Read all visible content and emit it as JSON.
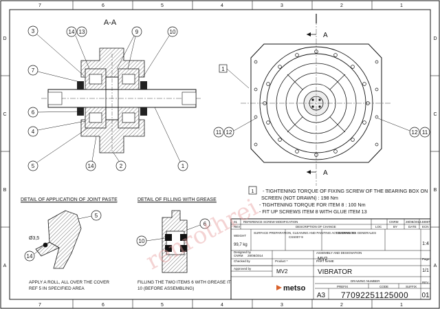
{
  "frame": {
    "col_labels": [
      "1",
      "2",
      "3",
      "4",
      "5",
      "6",
      "7"
    ],
    "row_labels": [
      "D",
      "C",
      "B",
      "A"
    ]
  },
  "section": {
    "title": "A-A",
    "balloons_left": [
      "3",
      "14",
      "13",
      "9",
      "10",
      "7",
      "6",
      "4",
      "5",
      "14",
      "2",
      "1"
    ]
  },
  "end_view": {
    "section_cut": "A",
    "balloons": [
      "1",
      "11",
      "12",
      "12",
      "11"
    ]
  },
  "note": {
    "number": "1",
    "lines": [
      "- TIGHTENING TORQUE OF FIXING SCREW OF THE BEARING BOX ON",
      "SCREEN (NOT DRAWN) : 198 Nm",
      "- TIGHTENING TORQUE FOR ITEM 8 : 100 Nm",
      "- FIT UP SCREWS ITEM 8 WITH GLUE ITEM 13"
    ]
  },
  "detail_joint": {
    "title": "DETAIL OF APPLICATION OF JOINT PASTE",
    "dim": "Ø3,5",
    "balloons": [
      "5",
      "14"
    ],
    "caption_1": "APPLY A ROLL, ALL OVER THE COVER",
    "caption_2": "REF 5 IN SPECIFIED AREA"
  },
  "detail_grease": {
    "title": "DETAIL OF FILLING WITH GREASE",
    "balloons": [
      "10",
      "6"
    ],
    "caption_1": "FILLING THE TWO ITEMS 6 WITH GREASE ITEM",
    "caption_2": "10 (BEFORE ASSEMBLING)"
  },
  "title_block": {
    "rev_row": {
      "rev": "01",
      "desc": "REFERENCE SCREW MODIFICATION",
      "by": "CNRM",
      "date": "28/08/2014",
      "ref": "48087"
    },
    "rev_hdr": {
      "rev": "REV",
      "desc": "DESCRIPTION OF CHANGE",
      "loc": "LOC",
      "by": "BY",
      "date": "DATE",
      "ref": "ECN"
    },
    "weight_label": "WEIGHT",
    "weight_value": "99,7 kg",
    "scale": "1:4",
    "std_text": "SURFACE PREPARATION, CLEANING AND PAINTING ACCORDING TO",
    "std_ref": "CSS007-9",
    "tol_title": "TOLERANCES GENERALES",
    "assy_title": "ASSEMBLY AND DESIGNATION",
    "assy_value": "MV2",
    "designer_label": "Designed by",
    "designer_value": "CNRM",
    "date_value": "28/08/2014",
    "checked_label": "Checked by",
    "approved_label": "Approved by",
    "product_label": "Product *",
    "product_value": "MV2",
    "part_label": "PART NAME",
    "part_value": "VIBRATOR",
    "sheet_label": "Page",
    "sheet_value": "1/1",
    "brand": "metso",
    "drawing_number_label": "DRAWING NUMBER",
    "size": "A3",
    "prefix_label": "PREFIX",
    "code_label": "CODE",
    "suffix_label": "SUFFIX",
    "drawing_number": "77092251125000",
    "rev_label": "REV",
    "rev_value": "01"
  },
  "watermark": "renrothrei"
}
